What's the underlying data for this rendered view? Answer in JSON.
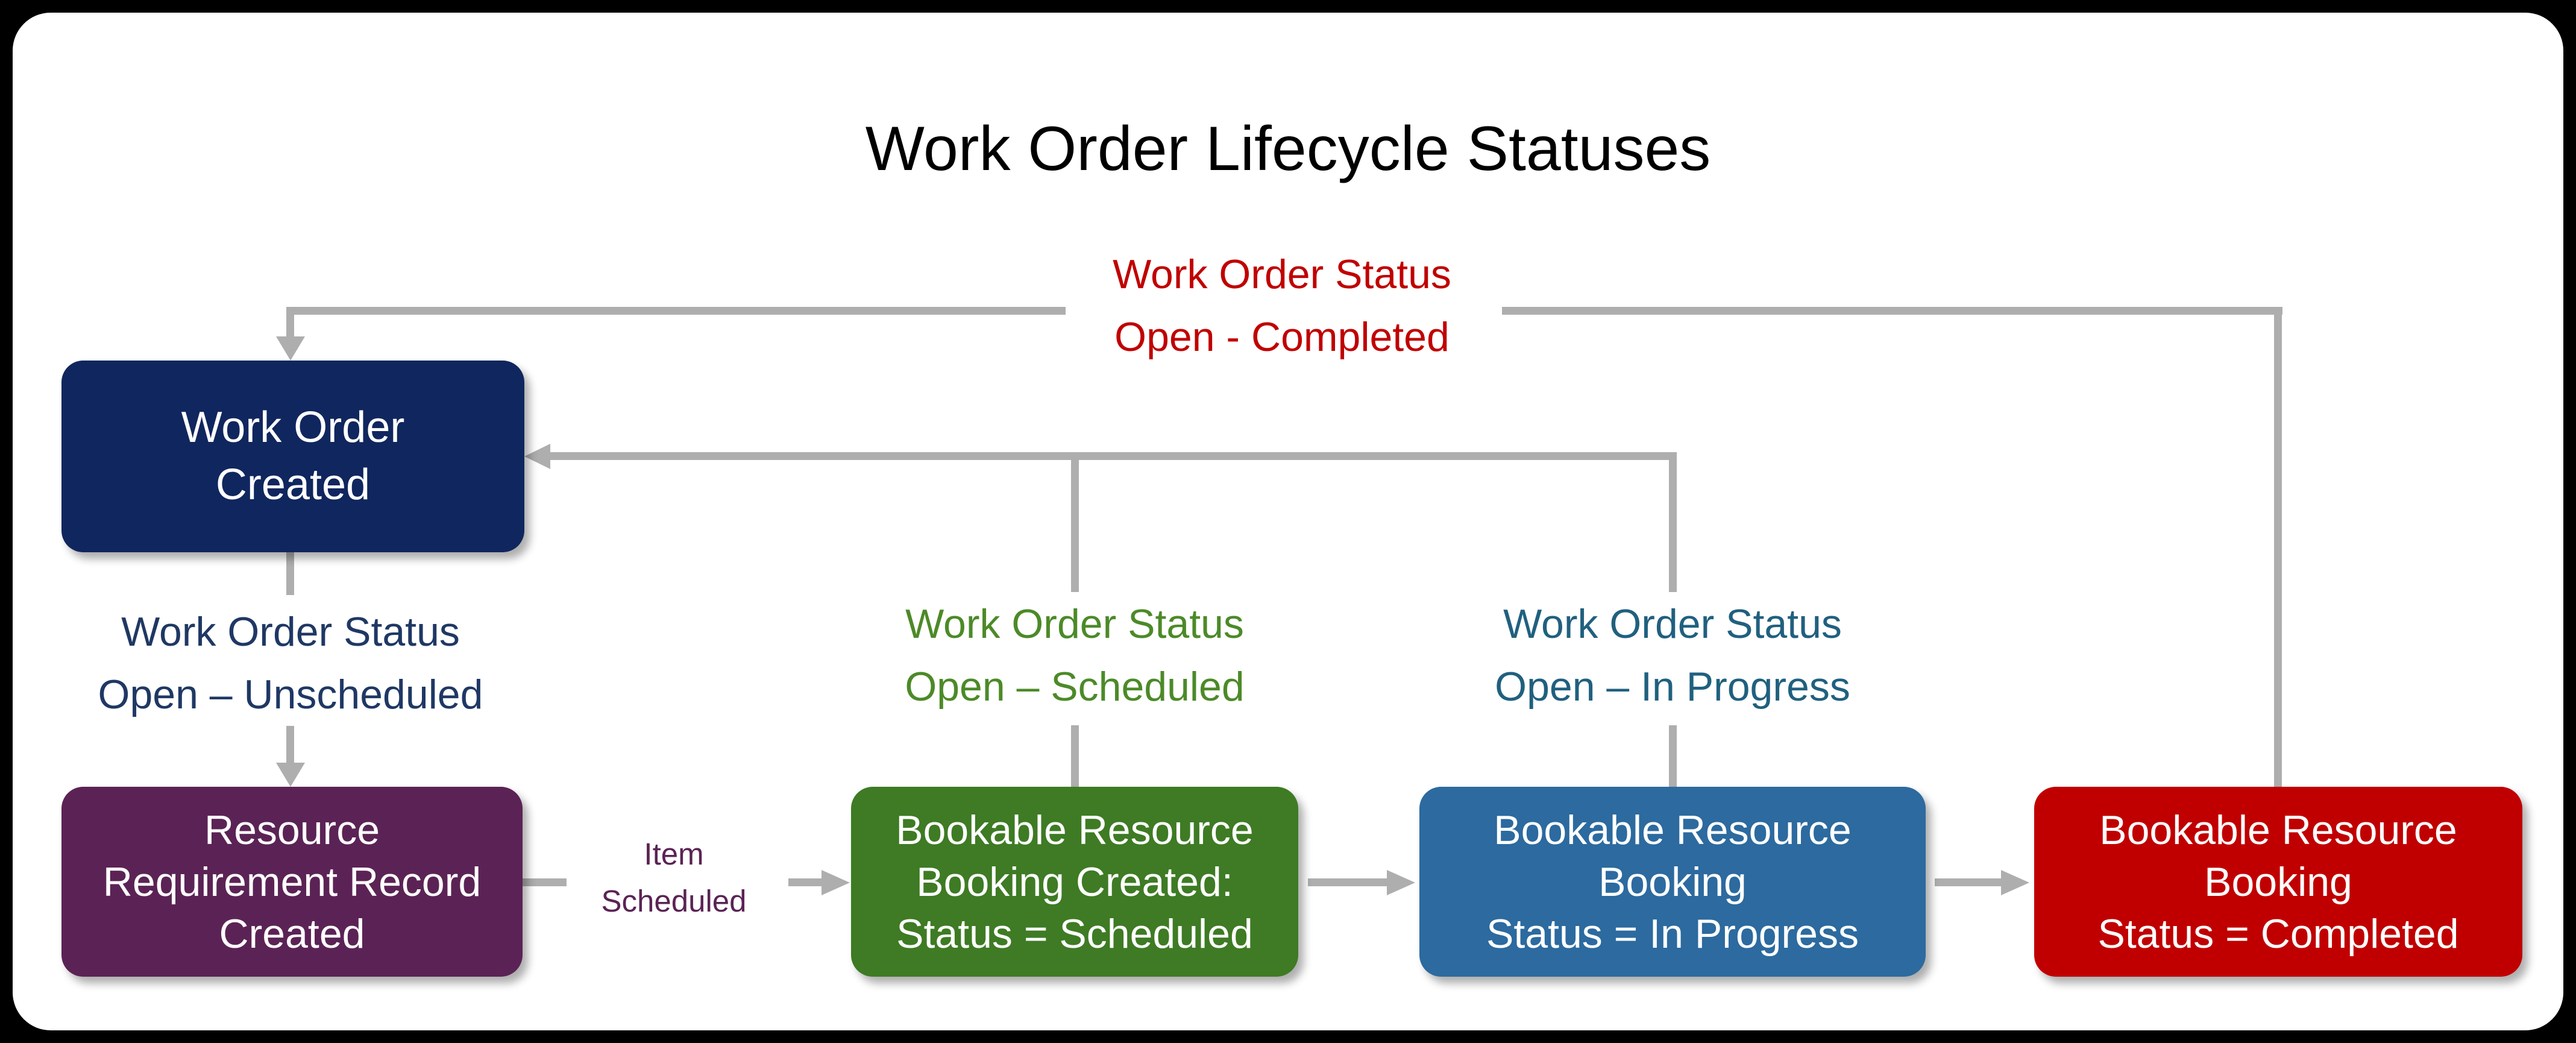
{
  "title": "Work Order Lifecycle Statuses",
  "connector_color": "#AEAEAE",
  "canvas_background": "#FFFFFF",
  "frame_color": "#000000",
  "nodes": {
    "work_order_created": {
      "label": "Work Order\nCreated",
      "color": "#10265E"
    },
    "resource_requirement_record_created": {
      "label": "Resource\nRequirement Record\nCreated",
      "color": "#5B2355"
    },
    "booking_created_scheduled": {
      "label": "Bookable Resource\nBooking Created:\nStatus = Scheduled",
      "color": "#3E7B24"
    },
    "booking_in_progress": {
      "label": "Bookable Resource\nBooking\nStatus = In Progress",
      "color": "#2C6A9F"
    },
    "booking_completed": {
      "label": "Bookable Resource\nBooking\nStatus = Completed",
      "color": "#C00000"
    }
  },
  "transitions": {
    "open_completed": {
      "label": "Work Order Status\nOpen - Completed",
      "color": "#C00000"
    },
    "open_unscheduled": {
      "label": "Work Order Status\nOpen – Unscheduled",
      "color": "#1F3864"
    },
    "open_scheduled": {
      "label": "Work Order Status\nOpen – Scheduled",
      "color": "#4C8A28"
    },
    "open_in_progress": {
      "label": "Work Order Status\nOpen – In Progress",
      "color": "#20607F"
    },
    "item_scheduled": {
      "label": "Item\nScheduled",
      "color": "#5B2355"
    }
  }
}
